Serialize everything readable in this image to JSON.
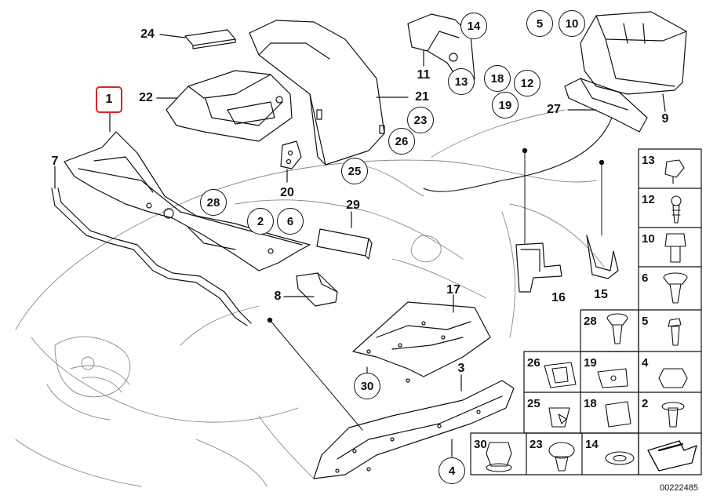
{
  "diagram": {
    "selected_part": "1",
    "document_number": "00222485",
    "part_labels": [
      "24",
      "22",
      "1",
      "7",
      "11",
      "21",
      "27",
      "9",
      "20",
      "29",
      "8",
      "17",
      "3",
      "4",
      "16",
      "15"
    ],
    "callouts": [
      "14",
      "5",
      "10",
      "13",
      "18",
      "12",
      "19",
      "23",
      "26",
      "25",
      "28",
      "2",
      "6",
      "30"
    ],
    "legend_cells": [
      "13",
      "12",
      "10",
      "6",
      "28",
      "5",
      "26",
      "19",
      "4",
      "25",
      "18",
      "2",
      "30",
      "23",
      "14"
    ]
  }
}
